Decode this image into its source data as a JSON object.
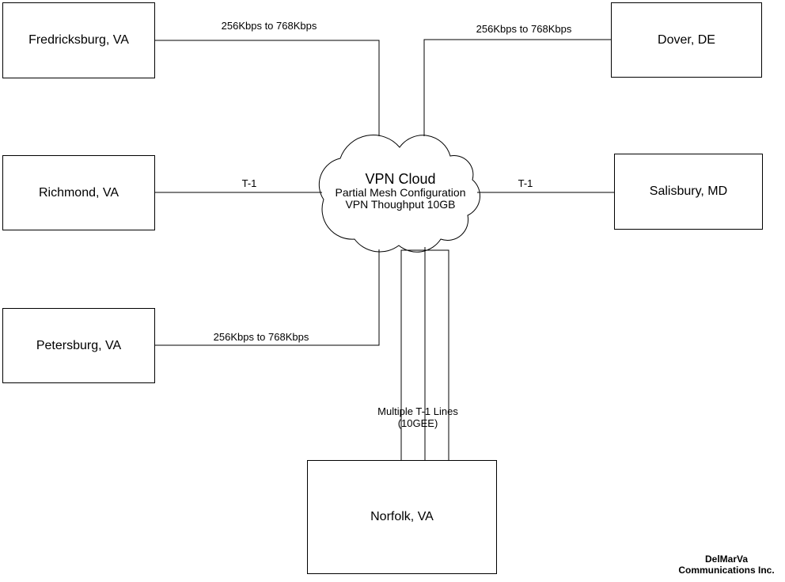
{
  "diagram": {
    "nodes": [
      {
        "id": "fredricksburg",
        "label": "Fredricksburg, VA"
      },
      {
        "id": "richmond",
        "label": "Richmond, VA"
      },
      {
        "id": "petersburg",
        "label": "Petersburg, VA"
      },
      {
        "id": "dover",
        "label": "Dover, DE"
      },
      {
        "id": "salisbury",
        "label": "Salisbury, MD"
      },
      {
        "id": "norfolk",
        "label": "Norfolk, VA"
      }
    ],
    "cloud": {
      "title": "VPN Cloud",
      "subtitle1": "Partial Mesh Configuration",
      "subtitle2": "VPN Thoughput 10GB"
    },
    "links": [
      {
        "from": "Fredricksburg, VA",
        "to": "VPN Cloud",
        "label": "256Kbps to 768Kbps"
      },
      {
        "from": "Dover, DE",
        "to": "VPN Cloud",
        "label": "256Kbps to 768Kbps"
      },
      {
        "from": "Richmond, VA",
        "to": "VPN Cloud",
        "label": "T-1"
      },
      {
        "from": "Salisbury, MD",
        "to": "VPN Cloud",
        "label": "T-1"
      },
      {
        "from": "Petersburg, VA",
        "to": "VPN Cloud",
        "label": "256Kbps to 768Kbps"
      },
      {
        "from": "Norfolk, VA",
        "to": "VPN Cloud",
        "label": "Multiple T-1 Lines",
        "label2": "(10GEE)"
      }
    ],
    "footer": {
      "line1": "DelMarVa",
      "line2": "Communications Inc."
    },
    "colors": {
      "line": "#000000",
      "background": "#ffffff",
      "text": "#000000"
    }
  }
}
